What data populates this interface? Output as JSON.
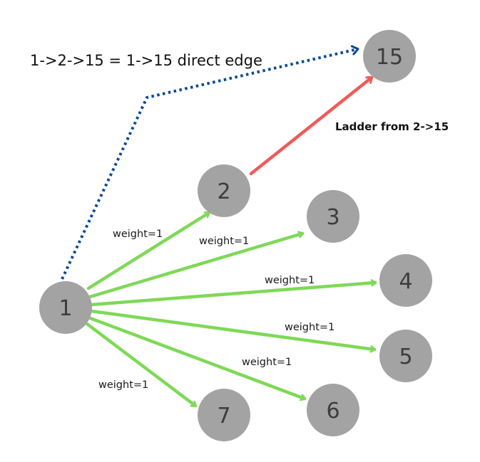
{
  "title": "1->2->15 = 1->15 direct edge",
  "ladder_label": "Ladder from 2->15",
  "colors": {
    "node_fill": "#a3a3a3",
    "node_text": "#3c3c3c",
    "weight_edge": "#7ed957",
    "ladder_edge": "#f15a5a",
    "direct_edge": "#0b4a96"
  },
  "nodes": {
    "n1": "1",
    "n2": "2",
    "n3": "3",
    "n4": "4",
    "n5": "5",
    "n6": "6",
    "n7": "7",
    "n15": "15"
  },
  "edges": [
    {
      "from": "1",
      "to": "2",
      "label": "weight=1"
    },
    {
      "from": "1",
      "to": "3",
      "label": "weight=1"
    },
    {
      "from": "1",
      "to": "4",
      "label": "weight=1"
    },
    {
      "from": "1",
      "to": "5",
      "label": "weight=1"
    },
    {
      "from": "1",
      "to": "6",
      "label": "weight=1"
    },
    {
      "from": "1",
      "to": "7",
      "label": "weight=1"
    },
    {
      "from": "2",
      "to": "15",
      "label": "",
      "kind": "ladder"
    },
    {
      "from": "1",
      "to": "15",
      "label": "",
      "kind": "direct"
    }
  ]
}
